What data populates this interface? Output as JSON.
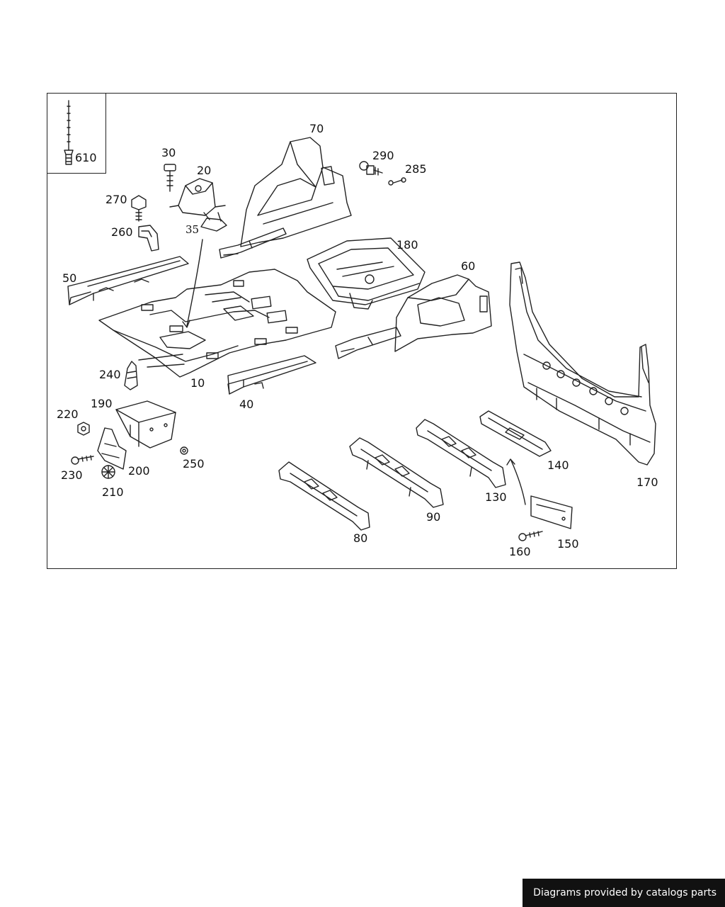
{
  "diagram": {
    "callouts": {
      "c610": "610",
      "c30": "30",
      "c20": "20",
      "c270": "270",
      "c260": "260",
      "c35": "35",
      "c70": "70",
      "c290": "290",
      "c285": "285",
      "c180": "180",
      "c50": "50",
      "c60": "60",
      "c10": "10",
      "c40": "40",
      "c240": "240",
      "c190": "190",
      "c220": "220",
      "c230": "230",
      "c200": "200",
      "c210": "210",
      "c250": "250",
      "c80": "80",
      "c90": "90",
      "c130": "130",
      "c140": "140",
      "c150": "150",
      "c160": "160",
      "c170": "170"
    }
  },
  "footer": {
    "credit": "Diagrams provided by catalogs parts"
  },
  "colors": {
    "line": "#222222",
    "credit_background": "#111111",
    "credit_text": "#ffffff"
  }
}
